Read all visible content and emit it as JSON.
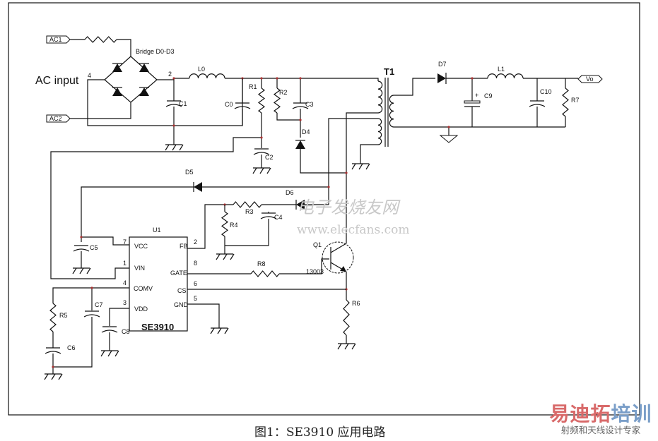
{
  "diagram": {
    "input_label": "AC input",
    "tags": {
      "ac1": "AC1",
      "ac2": "AC2",
      "vo": "Vo"
    },
    "bridge_label": "Bridge D0-D3",
    "bridge_pins": {
      "p4": "4",
      "p2": "2"
    },
    "components": {
      "L0": "L0",
      "C1": "C1",
      "C0": "C0",
      "R1": "R1",
      "R2": "R2",
      "C3": "C3",
      "C2": "C2",
      "D4": "D4",
      "T1": "T1",
      "D7": "D7",
      "C9": "C9",
      "L1": "L1",
      "C10": "C10",
      "R7": "R7",
      "D5": "D5",
      "D6": "D6",
      "R3": "R3",
      "C4": "C4",
      "R4": "R4",
      "C5": "C5",
      "R8": "R8",
      "Q1": "Q1",
      "Q1_part": "13003",
      "R6": "R6",
      "R5": "R5",
      "C7": "C7",
      "C6": "C6",
      "C8": "C8"
    },
    "ic": {
      "ref": "U1",
      "part": "SE3910",
      "left_pins": [
        {
          "num": "7",
          "name": "VCC"
        },
        {
          "num": "1",
          "name": "VIN"
        },
        {
          "num": "4",
          "name": "COMV"
        },
        {
          "num": "3",
          "name": "VDD"
        }
      ],
      "right_pins": [
        {
          "num": "2",
          "name": "FB"
        },
        {
          "num": "8",
          "name": "GATE"
        },
        {
          "num": "6",
          "name": "CS"
        },
        {
          "num": "5",
          "name": "GND"
        }
      ]
    },
    "c9_polarity": "+"
  },
  "watermark": {
    "cn": "电子发烧友网",
    "url": "www.elecfans.com"
  },
  "logo": {
    "line1a": "易迪拓",
    "line1b": "培训",
    "line2": "射频和天线设计专家"
  },
  "caption": "图1：SE3910 应用电路"
}
